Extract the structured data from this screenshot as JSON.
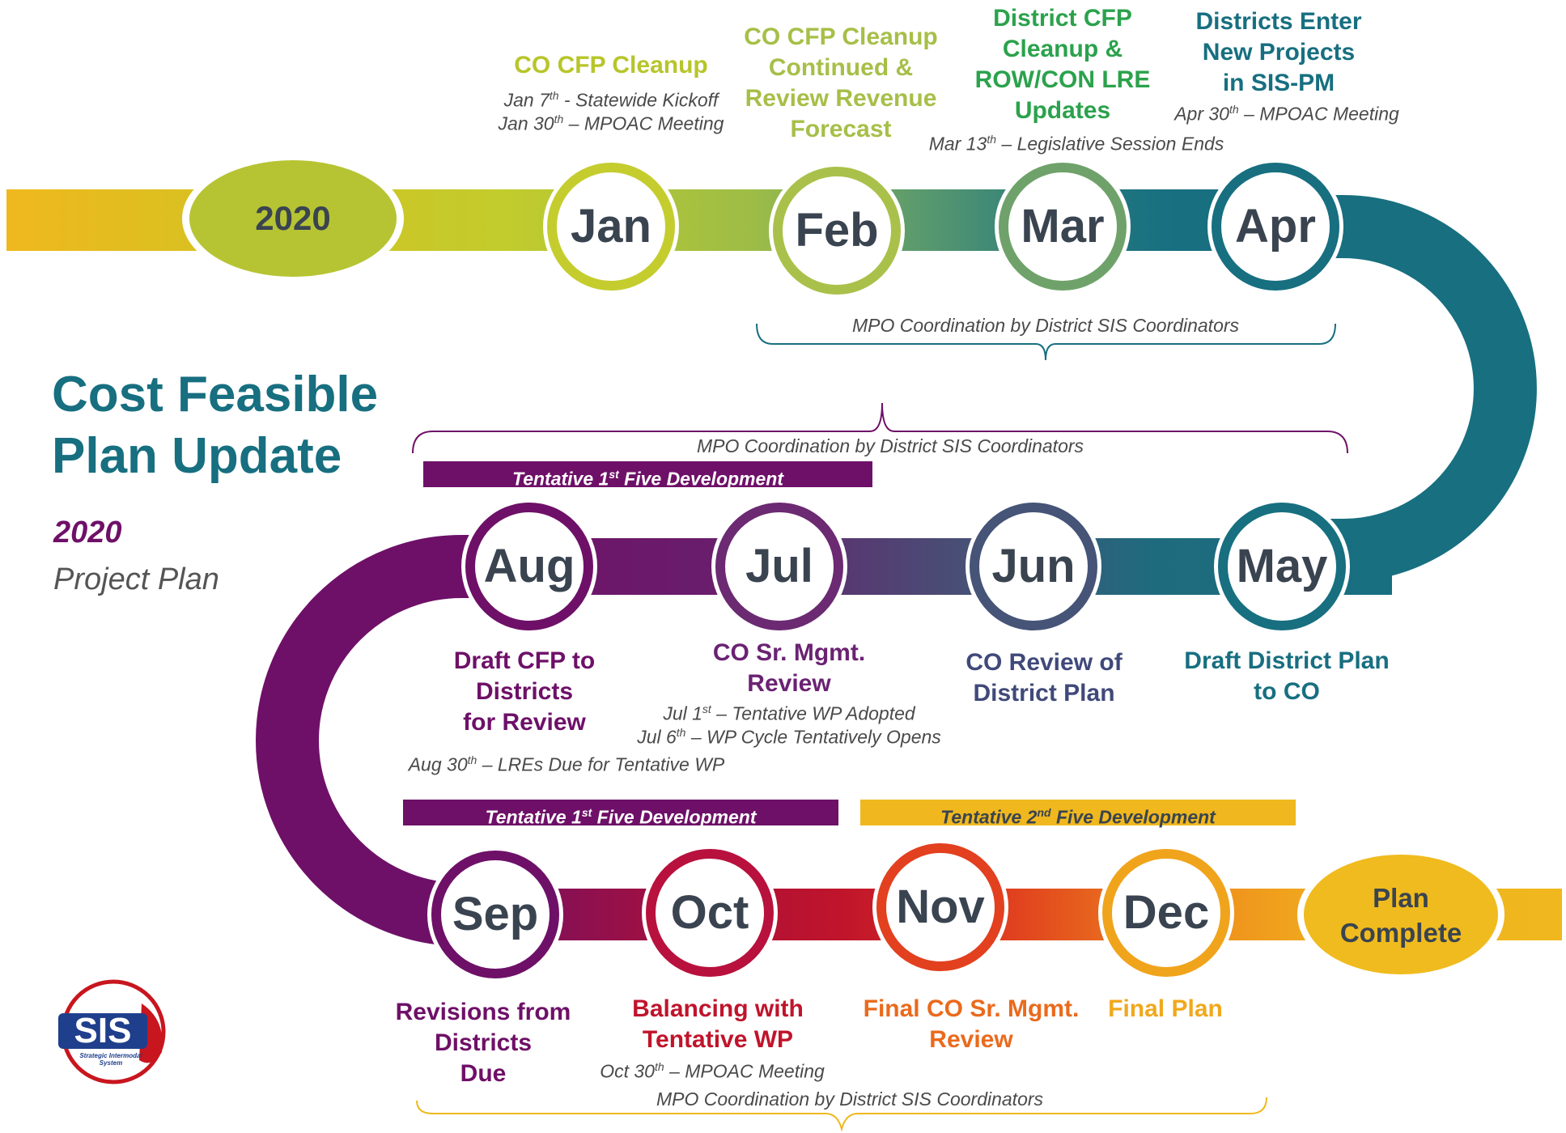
{
  "title": {
    "line1": "Cost Feasible",
    "line2": "Plan Update"
  },
  "subtitle": {
    "year": "2020",
    "label": "Project Plan"
  },
  "start_label": "2020",
  "end_label": {
    "line1": "Plan",
    "line2": "Complete"
  },
  "colors": {
    "teal": "#176f80",
    "purple": "#6e1068",
    "lime": "#b5c531",
    "green": "#2ba24c",
    "yellow": "#f0b81e",
    "red": "#c0142b",
    "orange": "#ec7a1c",
    "gray_text": "#4a4a4a",
    "month_text": "#3a4450"
  },
  "months": {
    "jan": "Jan",
    "feb": "Feb",
    "mar": "Mar",
    "apr": "Apr",
    "may": "May",
    "jun": "Jun",
    "jul": "Jul",
    "aug": "Aug",
    "sep": "Sep",
    "oct": "Oct",
    "nov": "Nov",
    "dec": "Dec"
  },
  "milestones": {
    "jan": {
      "l1": "CO CFP Cleanup"
    },
    "feb": {
      "l1": "CO CFP Cleanup",
      "l2": "Continued &",
      "l3": "Review Revenue",
      "l4": "Forecast"
    },
    "mar": {
      "l1": "District CFP",
      "l2": "Cleanup &",
      "l3": "ROW/CON LRE",
      "l4": "Updates"
    },
    "apr": {
      "l1": "Districts Enter",
      "l2": "New Projects",
      "l3": "in SIS-PM"
    },
    "may": {
      "l1": "Draft District Plan",
      "l2": "to CO"
    },
    "jun": {
      "l1": "CO Review of",
      "l2": "District Plan"
    },
    "jul": {
      "l1": "CO Sr. Mgmt.",
      "l2": "Review"
    },
    "aug": {
      "l1": "Draft CFP to",
      "l2": "Districts",
      "l3": "for Review"
    },
    "sep": {
      "l1": "Revisions from",
      "l2": "Districts",
      "l3": "Due"
    },
    "oct": {
      "l1": "Balancing with",
      "l2": "Tentative WP"
    },
    "nov": {
      "l1": "Final CO Sr. Mgmt.",
      "l2": "Review"
    },
    "dec": {
      "l1": "Final Plan"
    }
  },
  "notes": {
    "jan1": {
      "pre": "Jan 7",
      "sup": "th",
      "post": " - Statewide Kickoff"
    },
    "jan2": {
      "pre": "Jan 30",
      "sup": "th",
      "post": " – MPOAC Meeting"
    },
    "mar1": {
      "pre": "Mar 13",
      "sup": "th",
      "post": " – Legislative Session Ends"
    },
    "apr1": {
      "pre": "Apr 30",
      "sup": "th",
      "post": " – MPOAC Meeting"
    },
    "jul1": {
      "pre": "Jul 1",
      "sup": "st",
      "post": " – Tentative WP Adopted"
    },
    "jul2": {
      "pre": "Jul 6",
      "sup": "th",
      "post": " – WP Cycle Tentatively Opens"
    },
    "aug1": {
      "pre": "Aug 30",
      "sup": "th",
      "post": " – LREs Due for Tentative WP"
    },
    "oct1": {
      "pre": "Oct 30",
      "sup": "th",
      "post": " – MPOAC Meeting"
    }
  },
  "brackets": {
    "top": "MPO Coordination by District SIS Coordinators",
    "middle": "MPO Coordination by District SIS Coordinators",
    "bottom": "MPO Coordination by District SIS Coordinators"
  },
  "banners": {
    "first_five_a": {
      "pre": "Tentative 1",
      "sup": "st",
      "post": " Five Development"
    },
    "first_five_b": {
      "pre": "Tentative 1",
      "sup": "st",
      "post": " Five Development"
    },
    "second_five": {
      "pre": "Tentative 2",
      "sup": "nd",
      "post": " Five Development"
    }
  },
  "logo": {
    "text": "SIS",
    "caption": "Strategic Intermodal System"
  }
}
